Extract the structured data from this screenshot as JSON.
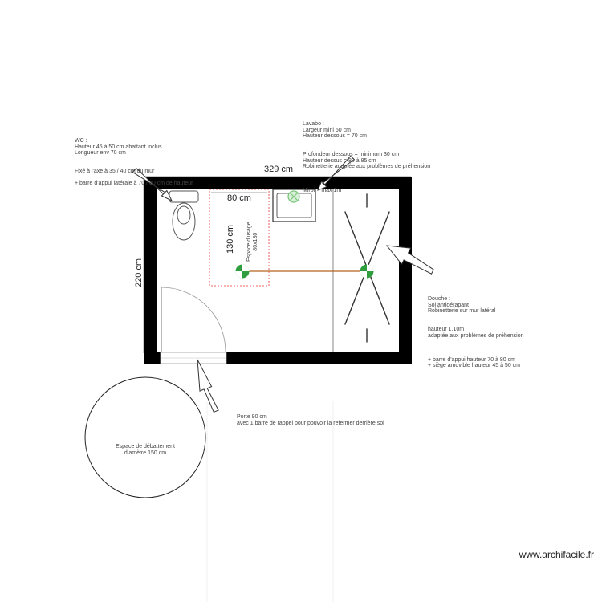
{
  "dimensions": {
    "width": "329 cm",
    "height": "220 cm",
    "usage_width": "80 cm",
    "usage_height": "130 cm"
  },
  "usage_space": [
    "Espace d'usage",
    "80x130"
  ],
  "notes": {
    "wc": [
      "WC :",
      "Hauteur 45 à 50 cm abattant inclus",
      "Longueur env 70 cm",
      "Fixé à l'axe à 35 / 40 cm du mur",
      "",
      "+ barre d'appui latérale à 70 / 80 cm de hauteur"
    ],
    "lavabo": [
      "Lavabo :",
      "Largeur mini 60 cm",
      "Hauteur dessous = 70 cm",
      "Profondeur dessous = minimum 30 cm",
      "Hauteur dessus = 80 à 85 cm",
      "Robinetterie adaptée aux problèmes de préhension",
      "",
      "Miroir : max 1m"
    ],
    "douche": [
      "Douche :",
      "Sol antidérapant",
      "Robinetterie sur mur latéral",
      "hauteur 1.10m",
      "adaptée aux problèmes de préhension",
      "",
      "+ barre d'appui hauteur 70 à 80 cm",
      "+ siège amovible hauteur 45 à 50 cm"
    ],
    "porte": [
      "Porte 90 cm",
      "avec 1 barre de rappel pour pouvoir la refermer derrière soi"
    ],
    "debattement": [
      "Espace de débattement",
      "diamètre 150 cm"
    ]
  },
  "watermark": "www.archifacile.fr",
  "colors": {
    "wall": "#000000",
    "usage_outline": "#e53935",
    "turning_marker": "#2e9e3e",
    "link_line": "#b5651d",
    "faucet_marker": "#7cc47c"
  }
}
